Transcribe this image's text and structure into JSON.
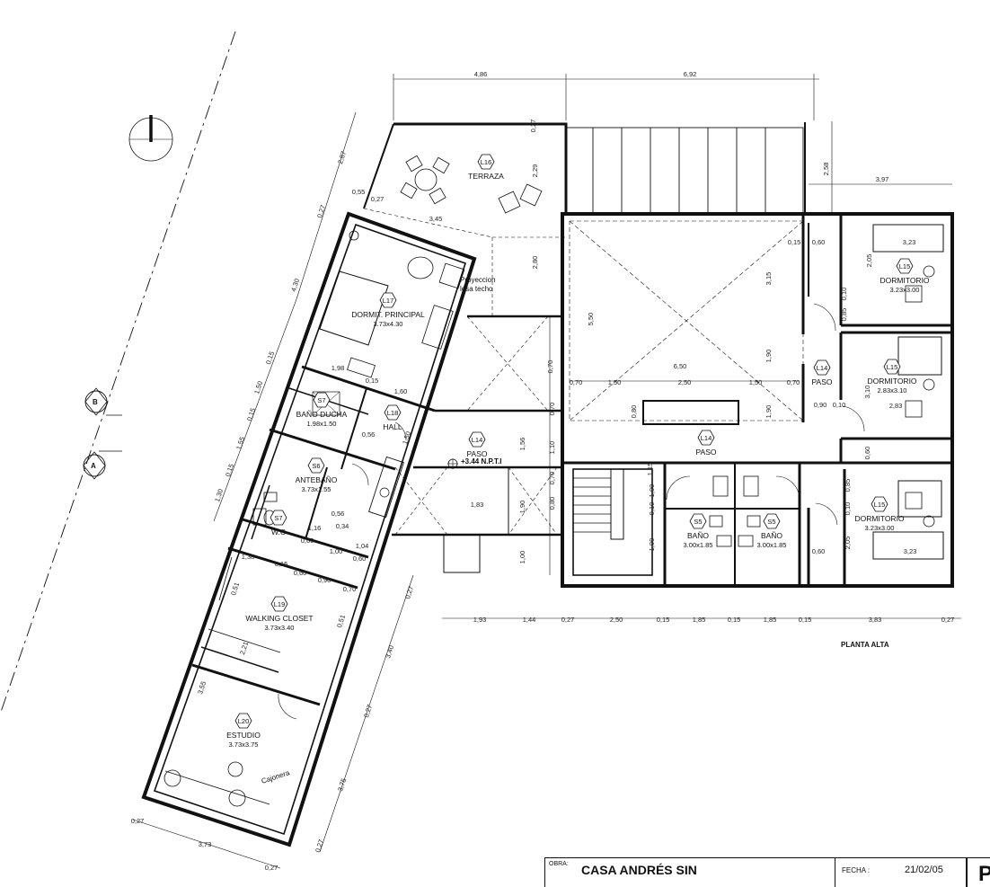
{
  "plan_title": "PLANTA ALTA",
  "level": "+3.44 N.P.T.I",
  "projection_note": [
    "Proyeccion",
    "losa techo"
  ],
  "drawer_note": "Cajonera",
  "section_markers": [
    "B",
    "A"
  ],
  "rooms": [
    {
      "code": "L16",
      "name": "TERRAZA",
      "size": ""
    },
    {
      "code": "L17",
      "name": "DORMIT. PRINCIPAL",
      "size": "3.73x4.30"
    },
    {
      "code": "S7",
      "name": "BAÑO DUCHA",
      "size": "1.98x1.50"
    },
    {
      "code": "L18",
      "name": "HALL",
      "size": ""
    },
    {
      "code": "S6",
      "name": "ANTEBAÑO",
      "size": "3.73x1.55"
    },
    {
      "code": "S7",
      "name": "W.C",
      "size": ""
    },
    {
      "code": "L19",
      "name": "WALKING CLOSET",
      "size": "3.73x3.40"
    },
    {
      "code": "L20",
      "name": "ESTUDIO",
      "size": "3.73x3.75"
    },
    {
      "code": "L14",
      "name": "PASO",
      "size": ""
    },
    {
      "code": "L14",
      "name": "PASO",
      "size": ""
    },
    {
      "code": "L14",
      "name": "PASO",
      "size": ""
    },
    {
      "code": "S5",
      "name": "BAÑO",
      "size": "3.00x1.85"
    },
    {
      "code": "S5",
      "name": "BAÑO",
      "size": "3.00x1.85"
    },
    {
      "code": "L15",
      "name": "DORMITORIO",
      "size": "3.23x3.00"
    },
    {
      "code": "L15",
      "name": "DORMITORIO",
      "size": "2.83x3.10"
    },
    {
      "code": "L15",
      "name": "DORMITORIO",
      "size": "3.23x3.00"
    }
  ],
  "dimensions": {
    "top": [
      "4,86",
      "6,92",
      "3,97",
      "2,58"
    ],
    "bottom": [
      "1,93",
      "1,44",
      "0,27",
      "2,50",
      "0,15",
      "1,85",
      "0,15",
      "1,85",
      "0,15",
      "3,83",
      "0,27"
    ],
    "left_chain": [
      "2,87",
      "0,27",
      "4,30",
      "0,15",
      "1,50",
      "0,15",
      "1,55",
      "0,15",
      "1,30"
    ],
    "right_chain": [
      "0,27",
      "3,40",
      "0,27",
      "3,75",
      "0,27"
    ],
    "wing_bottom": [
      "0,27",
      "3,73",
      "0,27"
    ],
    "inner": [
      "0,27",
      "0,55",
      "0,27",
      "3,45",
      "2,29",
      "2,80",
      "1,98",
      "0,15",
      "1,60",
      "0,56",
      "1,50",
      "1,16",
      "0,56",
      "0,34",
      "0,60",
      "1,00",
      "1,04",
      "0,60",
      "1,38",
      "0,15",
      "0,60",
      "0,90",
      "0,70",
      "0,51",
      "0,51",
      "2,21",
      "3,55",
      "5,50",
      "3,15",
      "1,90",
      "6,50",
      "0,70",
      "1,50",
      "2,50",
      "1,50",
      "0,70",
      "0,80",
      "0,70",
      "1,90",
      "0,70",
      "1,10",
      "1,56",
      "0,70",
      "0,80",
      "1,83",
      "1,90",
      "1,00",
      "1,15",
      "1,00",
      "0,10",
      "1,90",
      "0,15",
      "0,60",
      "3,23",
      "2,05",
      "0,10",
      "0,85",
      "3,10",
      "0,90",
      "0,10",
      "2,83",
      "0,60",
      "0,85",
      "0,10",
      "2,05",
      "3,23",
      "0,60"
    ]
  },
  "title_block": {
    "obra_label": "OBRA:",
    "obra_value": "CASA ANDRÉS SIN",
    "fecha_label": "FECHA :",
    "fecha_value": "21/02/05",
    "sheet_letter": "P"
  }
}
